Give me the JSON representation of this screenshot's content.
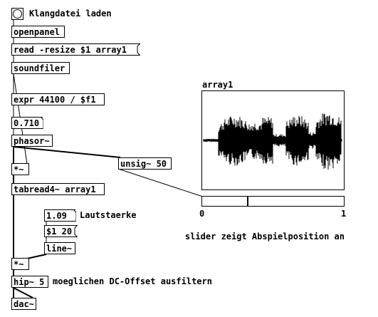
{
  "bang_label": "Klangdatei laden",
  "objects": {
    "openpanel": "openpanel",
    "soundfiler": "soundfiler",
    "expr": "expr 44100 / $f1",
    "phasor": "phasor~",
    "mul1": "*~",
    "unsig": "unsig~ 50",
    "tabread": "tabread4~ array1",
    "line": "line~",
    "mul2": "*~",
    "hip": "hip~ 5",
    "dac": "dac~"
  },
  "messages": {
    "read": "read -resize $1 array1",
    "ramp": "$1 20"
  },
  "number_boxes": {
    "freq": "0.710",
    "volume": "1.09"
  },
  "comments": {
    "volume_label": "Lautstaerke",
    "slider_info": "slider zeigt Abspielposition an",
    "dc_offset": "moeglichen DC-Offset ausfiltern"
  },
  "array": {
    "name": "array1"
  },
  "slider": {
    "min_label": "0",
    "max_label": "1",
    "value": 0.32
  }
}
